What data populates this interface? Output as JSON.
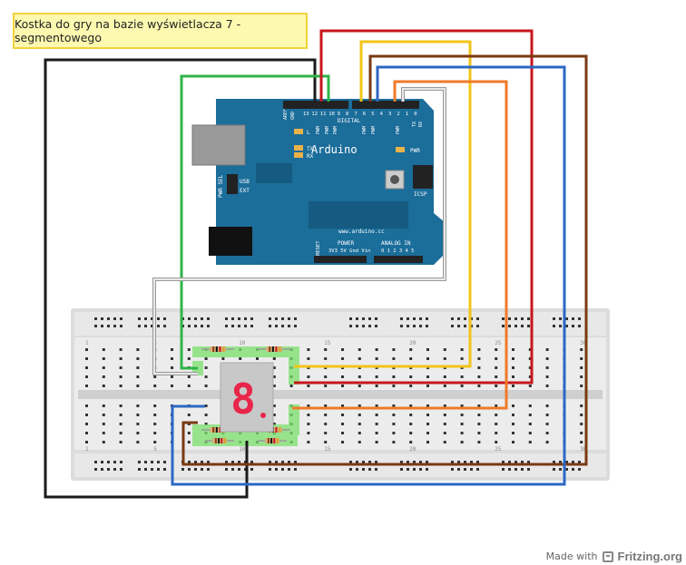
{
  "title": "Kostka do gry na bazie wyświetlacza 7 -segmentowego",
  "arduino": {
    "name": "Arduino",
    "url": "www.arduino.cc",
    "digital_label": "DIGITAL",
    "aref": "AREF",
    "gnd": "GND",
    "digital_pins": [
      "13",
      "12",
      "11",
      "10",
      "9",
      "8",
      "7",
      "6",
      "5",
      "4",
      "3",
      "2",
      "1",
      "0"
    ],
    "tx": "TX",
    "rx": "RX",
    "pwm": "PWM",
    "led_l": "L",
    "led_tx": "TX",
    "led_rx": "RX",
    "pwr_led": "PWR",
    "icsp": "ICSP",
    "pwr_sel": "PWR SEL",
    "usb": "USB",
    "ext": "EXT",
    "reset": "RESET",
    "power_label": "POWER",
    "analog_label": "ANALOG IN",
    "power_pins": "3V3 5V Gnd Vin",
    "analog_pins": "0 1 2 3 4 5"
  },
  "breadboard": {
    "col_labels_top": [
      "1",
      "5",
      "10",
      "15",
      "20",
      "25",
      "30"
    ],
    "col_labels_bottom": [
      "1",
      "5",
      "10",
      "15",
      "20",
      "25",
      "30"
    ]
  },
  "display": {
    "digit": "8",
    "color": "#e8264a"
  },
  "wire_colors": {
    "black": "#1a1a1a",
    "green": "#2fb44a",
    "red": "#c8161d",
    "yellow": "#f2c418",
    "brown": "#7a3a12",
    "blue": "#2d68c4",
    "orange": "#ef7a29",
    "white": "#e8e8e8"
  },
  "credit": {
    "made_with": "Made with",
    "brand": "Fritzing.org"
  }
}
